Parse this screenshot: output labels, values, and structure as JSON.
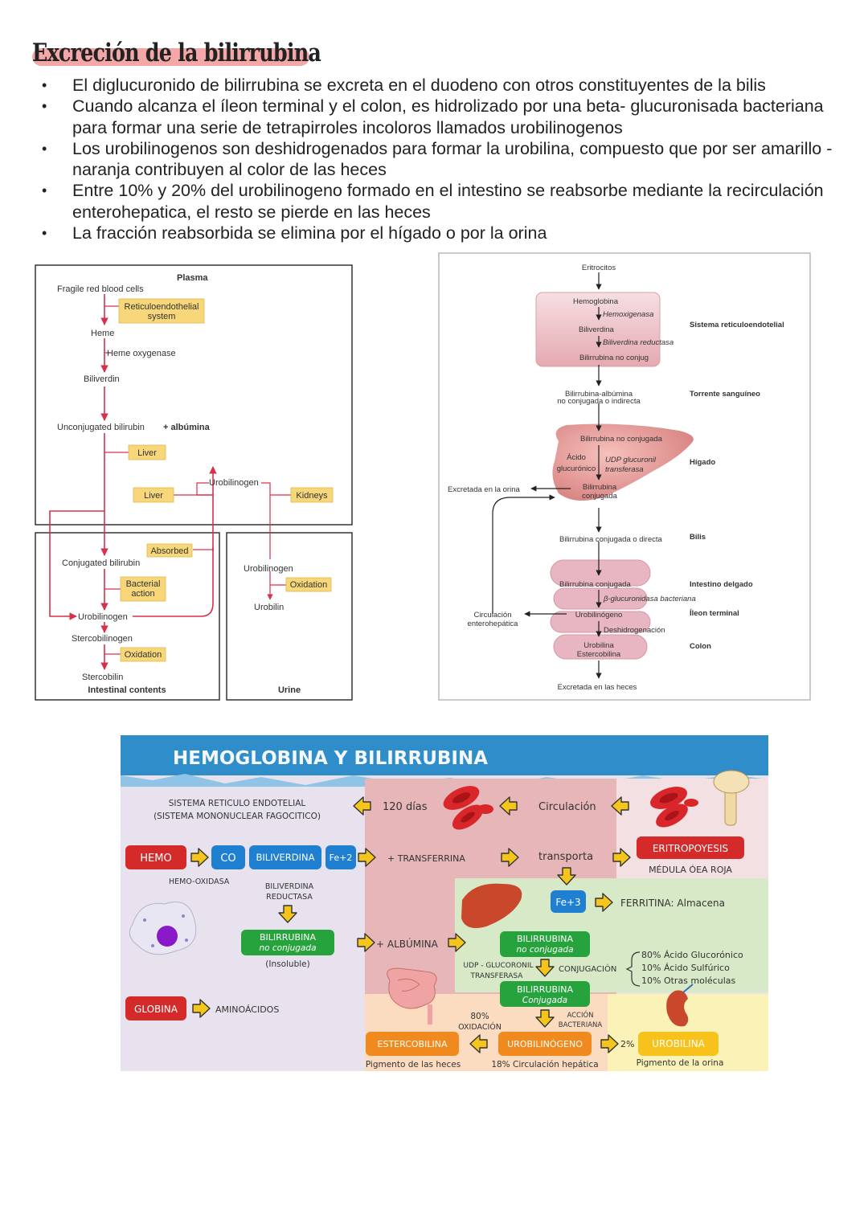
{
  "title": "Excreción de la bilirrubina",
  "bullets": [
    "El diglucuronido de bilirrubina se excreta en el duodeno con otros constituyentes de la bilis",
    "Cuando alcanza el íleon terminal y el colon, es hidrolizado por una beta- glucuronisada bacteriana para formar una serie de tetrapirroles incoloros llamados urobilinogenos",
    "Los urobilinogenos son deshidrogenados para formar la urobilina, compuesto que por ser amarillo - naranja contribuyen al color de las heces",
    "Entre 10% y 20% del urobilinogeno formado en el intestino se reabsorbe mediante la recirculación enterohepatica, el resto se pierde en las heces",
    "La fracción reabsorbida se elimina por el hígado o por la orina"
  ],
  "diagram1": {
    "plasma": "Plasma",
    "fragile": "Fragile red blood cells",
    "res1": "Reticuloendothelial",
    "res2": "system",
    "heme": "Heme",
    "heme_oxygenase": "Heme oxygenase",
    "biliverdin": "Biliverdin",
    "unconj": "Unconjugated bilirubin",
    "albumina": "+ albúmina",
    "liver": "Liver",
    "urobilinogen": "Urobilinogen",
    "kidneys": "Kidneys",
    "absorbed": "Absorbed",
    "conjugated": "Conjugated bilirubin",
    "bacterial1": "Bacterial",
    "bacterial2": "action",
    "stercobilinogen": "Stercobilinogen",
    "oxidation": "Oxidation",
    "stercobilin": "Stercobilin",
    "intestinal": "Intestinal contents",
    "urobilin": "Urobilin",
    "urine": "Urine"
  },
  "diagram2": {
    "eritrocitos": "Eritrocitos",
    "hemoglobina": "Hemoglobina",
    "hemoxigenasa": "Hemoxigenasa",
    "biliverdina": "Biliverdina",
    "biliverdina_reductasa": "Biliverdina reductasa",
    "bilirrubina_no_conjug": "Bilirrubina no conjug",
    "sistema_re": "Sistema reticuloendotelial",
    "bilirrubina_albumina": "Bilirrubina-albúmina",
    "no_conjugada_indirecta": "no conjugada o indirecta",
    "torrente": "Torrente sanguíneo",
    "bilirrubina_no_conjugada": "Bilirrubina no conjugada",
    "acido": "Ácido",
    "glucuronico": "glucurónico",
    "udp1": "UDP glucuronil",
    "udp2": "transferasa",
    "higado": "Hígado",
    "excretada_orina": "Excretada en la orina",
    "bilirrubina": "Bilirrubina",
    "conjugada": "conjugada",
    "bilirrubina_conjugada_directa": "Bilirrubina conjugada o directa",
    "bilis": "Bilis",
    "bilirrubina_conjugada": "Bilirrubina conjugada",
    "intestino_delgado": "Intestino delgado",
    "beta_gluc": "β-glucuronidasa bacteriana",
    "circulacion1": "Circulación",
    "circulacion2": "enterohepática",
    "urobilinogeno": "Urobilinógeno",
    "ileon": "Íleon terminal",
    "deshidrogenacion": "Deshidrogenación",
    "urobilina": "Urobilina",
    "estercobilina": "Estercobilina",
    "colon": "Colon",
    "excretada_heces": "Excretada en las heces"
  },
  "diagram3": {
    "title": "HEMOGLOBINA Y BILIRRUBINA",
    "sistema1": "SISTEMA RETICULO ENDOTELIAL",
    "sistema2": "(SISTEMA MONONUCLEAR FAGOCITICO)",
    "dias": "120 días",
    "circulacion": "Circulación",
    "hemo": "HEMO",
    "co": "CO",
    "biliverdina": "BILIVERDINA",
    "fe2": "Fe+2",
    "transferrina": "+ TRANSFERRINA",
    "transporta": "transporta",
    "eritropoyesis": "ERITROPOYESIS",
    "medula": "MÉDULA ÓEA ROJA",
    "hemo_oxidasa": "HEMO-OXIDASA",
    "biliverdina_reductasa1": "BILIVERDINA",
    "biliverdina_reductasa2": "REDUCTASA",
    "fe3": "Fe+3",
    "ferritina": "FERRITINA: Almacena",
    "bilirrubina": "BILIRRUBINA",
    "no_conjugada": "no conjugada",
    "insoluble": "(Insoluble)",
    "albumina": "+ ALBÚMINA",
    "udp1": "UDP - GLUCORONIL",
    "udp2": "TRANSFERASA",
    "conjugacion": "CONJUGACIÓN",
    "pct1": "80% Ácido Glucorónico",
    "pct2": "10% Ácido Sulfúrico",
    "pct3": "10% Otras moléculas",
    "conjugada": "Conjugada",
    "globina": "GLOBINA",
    "aminoacidos": "AMINOÁCIDOS",
    "ochenta": "80%",
    "oxidacion": "OXIDACIÓN",
    "accion1": "ACCIÓN",
    "accion2": "BACTERIANA",
    "estercobilina": "ESTERCOBILINA",
    "urobilinogeno": "UROBILINÓGENO",
    "dos": "2%",
    "urobilina": "UROBILINA",
    "pigmento_heces": "Pigmento de las heces",
    "circ_hepatica": "18% Circulación hepática",
    "pigmento_orina": "Pigmento de la orina"
  },
  "colors": {
    "title_highlight": "#f4a7a7",
    "red_button": "#d42a2a",
    "blue_button": "#1f7fd1",
    "green_button": "#27a33e",
    "orange_button": "#f08a1f",
    "yellow_button": "#f7c21c",
    "arrow_yellow": "#f6c51b",
    "header_blue": "#2f8ec9"
  }
}
